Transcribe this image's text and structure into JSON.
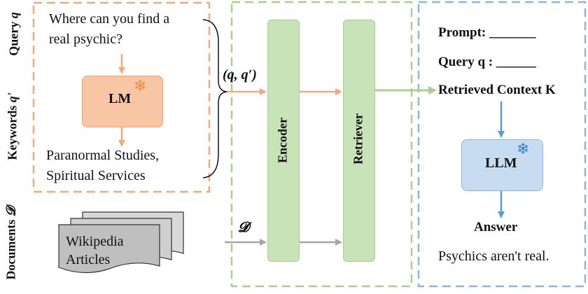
{
  "side_labels": {
    "query": "Query",
    "query_var": "q",
    "keywords": "Keywords",
    "keywords_var": "q'",
    "documents": "Documents",
    "documents_var": "𝓓"
  },
  "query_text": {
    "line1": "Where can you find a",
    "line2": "real psychic?"
  },
  "lm_label": "LM",
  "keywords_text": {
    "line1": "Paranormal Studies,",
    "line2": "Spiritual Services"
  },
  "pair_label": "(q, q′)",
  "documents_label": "𝓓",
  "wiki_text": {
    "line1": "Wikipedia",
    "line2": "Articles"
  },
  "encoder_label": "Encoder",
  "retriever_label": "Retriever",
  "prompt": {
    "prompt_label": "Prompt: _______",
    "query_label": "Query q : ______",
    "context_label": "Retrieved Context K"
  },
  "llm_label": "LLM",
  "answer_label": "Answer",
  "answer_text": "Psychics aren't real.",
  "colors": {
    "orange": "#f3a97a",
    "green": "#a8d08d",
    "blue": "#5b9bd5",
    "gray": "#a6a6a6"
  },
  "icons": [
    "snowflake-icon",
    "snowflake-icon"
  ]
}
